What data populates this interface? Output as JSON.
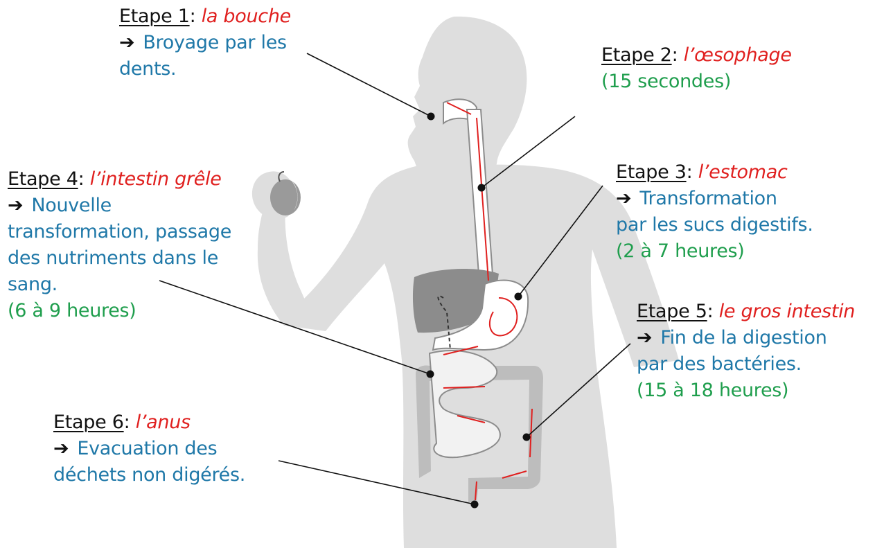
{
  "colors": {
    "step": "#111111",
    "organ": "#e0201f",
    "description": "#1f78a8",
    "duration": "#1f9e4d",
    "silhouette": "#dedede",
    "flow_arrows": "#e0201f",
    "leader_lines": "#111111"
  },
  "icons": {
    "bullet": "right-arrow-icon"
  },
  "stages": [
    {
      "step": "Etape 1",
      "organ": "la bouche",
      "arrow": "➔",
      "description": [
        "Broyage par les",
        "dents."
      ]
    },
    {
      "step": "Etape 2",
      "organ": "l’œsophage",
      "duration": [
        "(15 secondes)"
      ]
    },
    {
      "step": "Etape 3",
      "organ": "l’estomac",
      "arrow": "➔",
      "description": [
        "Transformation",
        "par les sucs digestifs."
      ],
      "duration": [
        "(2 à 7 heures)"
      ]
    },
    {
      "step": "Etape 4",
      "organ": "l’intestin grêle",
      "arrow": "➔",
      "description": [
        "Nouvelle",
        "transformation, passage",
        "des nutriments dans le",
        "sang."
      ],
      "duration": [
        "(6 à 9 heures)"
      ]
    },
    {
      "step": "Etape 5",
      "organ": "le gros intestin",
      "arrow": "➔",
      "description": [
        "Fin de la digestion",
        "par des bactéries."
      ],
      "duration": [
        "(15 à 18 heures)"
      ]
    },
    {
      "step": "Etape 6",
      "organ": "l’anus",
      "arrow": "➔",
      "description": [
        "Evacuation des",
        "déchets non digérés."
      ]
    }
  ]
}
